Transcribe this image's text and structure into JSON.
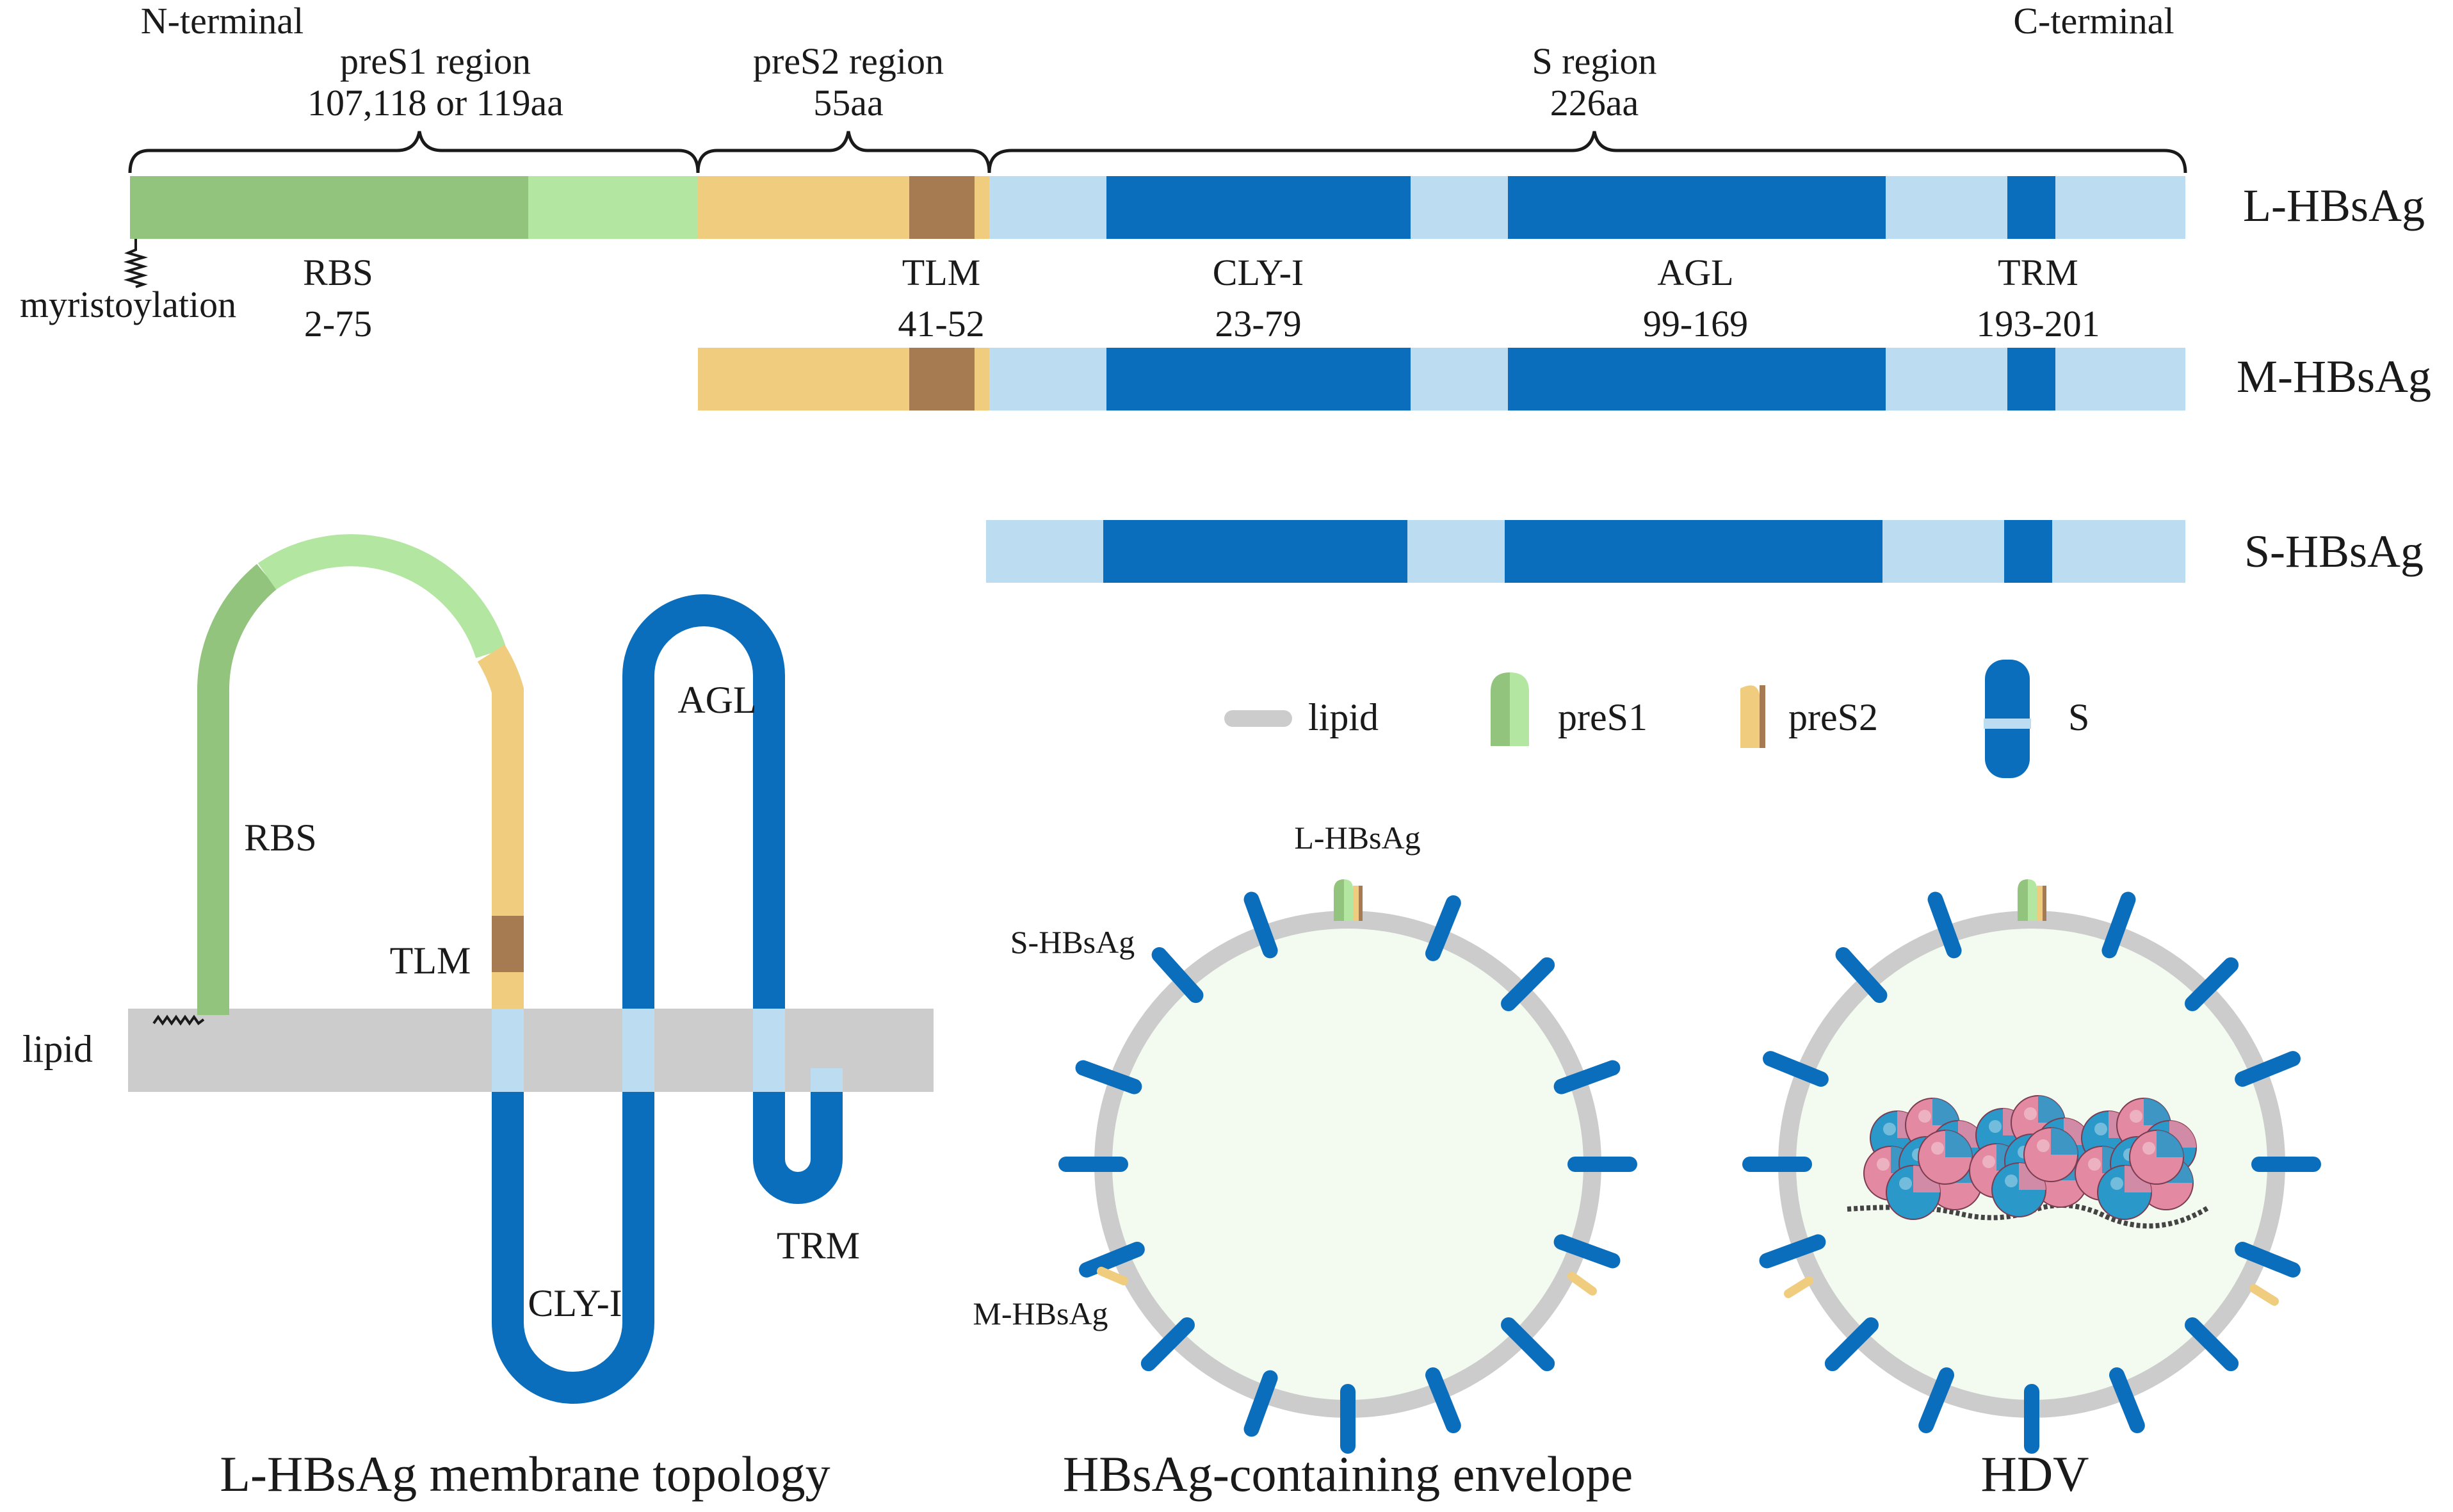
{
  "colors": {
    "preS1_dark": "#93c47d",
    "preS1_light": "#b2e6a1",
    "preS2": "#f0cd7e",
    "TLM": "#a67b51",
    "S_light": "#bcdcf2",
    "S_dark": "#0a6ebd",
    "lipid": "#cccccc",
    "envelope_fill": "#f3fbf0",
    "capsid_pink": "#e389a2",
    "capsid_blue": "#2a98c8"
  },
  "linear_map": {
    "terminals": {
      "n": "N-terminal",
      "c": "C-terminal"
    },
    "regions": {
      "preS1": {
        "line1": "preS1 region",
        "line2": "107,118 or 119aa"
      },
      "preS2": {
        "line1": "preS2 region",
        "line2": "55aa"
      },
      "S": {
        "line1": "S region",
        "line2": "226aa"
      }
    },
    "myristoylation": "myristoylation",
    "domains": {
      "RBS": {
        "name": "RBS",
        "range": "2-75"
      },
      "TLM": {
        "name": "TLM",
        "range": "41-52"
      },
      "CLY": {
        "name": "CLY-I",
        "range": "23-79"
      },
      "AGL": {
        "name": "AGL",
        "range": "99-169"
      },
      "TRM": {
        "name": "TRM",
        "range": "193-201"
      }
    },
    "proteins": {
      "L": "L-HBsAg",
      "M": "M-HBsAg",
      "S": "S-HBsAg"
    }
  },
  "legend": {
    "lipid": "lipid",
    "preS1": "preS1",
    "preS2": "preS2",
    "S": "S"
  },
  "topology": {
    "labels": {
      "RBS": "RBS",
      "TLM": "TLM",
      "lipid": "lipid",
      "AGL": "AGL",
      "CLY": "CLY-I",
      "TRM": "TRM"
    },
    "caption": "L-HBsAg membrane topology"
  },
  "envelope": {
    "labels": {
      "L": "L-HBsAg",
      "S": "S-HBsAg",
      "M": "M-HBsAg"
    },
    "caption": "HBsAg-containing envelope"
  },
  "hdv": {
    "caption": "HDV"
  }
}
